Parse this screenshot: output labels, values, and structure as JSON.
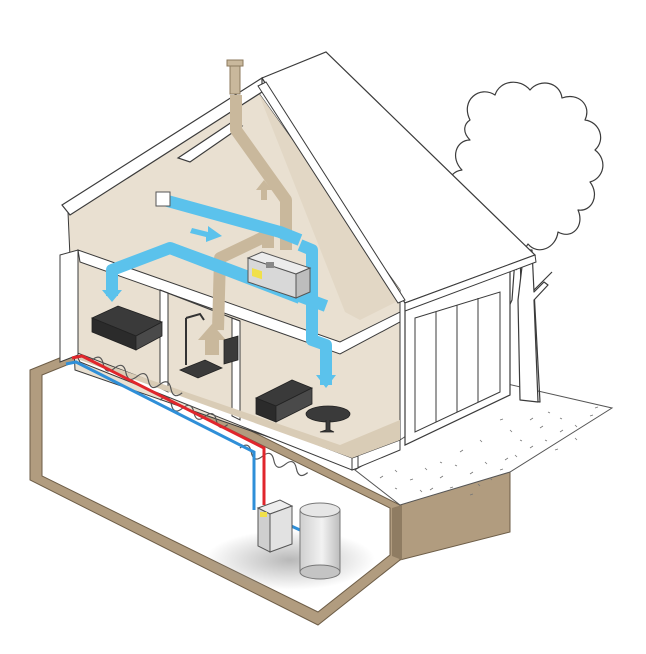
{
  "scene": {
    "type": "cutaway-house-illustration",
    "systems": [
      "mechanical-ventilation-with-heat-recovery",
      "underfloor-heating",
      "heat-pump",
      "hot-water-cylinder"
    ],
    "labels_visible": false
  },
  "colors": {
    "wall": "#e9e0d1",
    "ground": "#b19c7f",
    "duct_fresh": "#5bc2ec",
    "duct_exhaust": "#c9b89c",
    "pipe_hot": "#e0262c",
    "pipe_cold": "#2f8fd8",
    "roof": "#ffffff",
    "outline": "#3b3b3b",
    "furniture": "#3a3a3a",
    "unit": "#d8d8d8"
  },
  "icons": [
    "arrow-up-icon",
    "arrow-down-icon",
    "arrow-right-icon",
    "tree-icon",
    "chimney-icon",
    "skylight-icon"
  ]
}
